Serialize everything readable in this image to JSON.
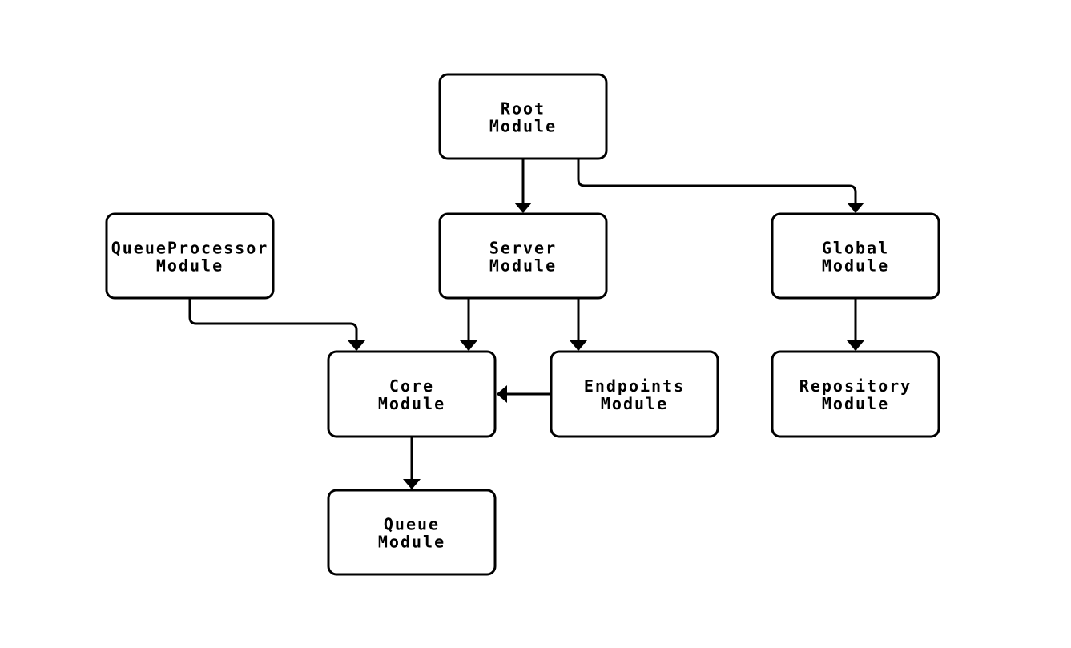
{
  "diagram": {
    "type": "flowchart",
    "title": "",
    "colors": {
      "background": "#ffffff",
      "node_fill": "#ffffff",
      "stroke": "#000000",
      "text": "#000000"
    },
    "nodes": [
      {
        "id": "root",
        "lines": [
          "Root",
          "Module"
        ]
      },
      {
        "id": "queueprocessor",
        "lines": [
          "QueueProcessor",
          "Module"
        ]
      },
      {
        "id": "server",
        "lines": [
          "Server",
          "Module"
        ]
      },
      {
        "id": "global",
        "lines": [
          "Global",
          "Module"
        ]
      },
      {
        "id": "core",
        "lines": [
          "Core",
          "Module"
        ]
      },
      {
        "id": "endpoints",
        "lines": [
          "Endpoints",
          "Module"
        ]
      },
      {
        "id": "repository",
        "lines": [
          "Repository",
          "Module"
        ]
      },
      {
        "id": "queue",
        "lines": [
          "Queue",
          "Module"
        ]
      }
    ],
    "edges": [
      {
        "from": "root",
        "to": "server"
      },
      {
        "from": "root",
        "to": "global"
      },
      {
        "from": "queueprocessor",
        "to": "core"
      },
      {
        "from": "server",
        "to": "core"
      },
      {
        "from": "server",
        "to": "endpoints"
      },
      {
        "from": "endpoints",
        "to": "core"
      },
      {
        "from": "global",
        "to": "repository"
      },
      {
        "from": "core",
        "to": "queue"
      }
    ]
  }
}
